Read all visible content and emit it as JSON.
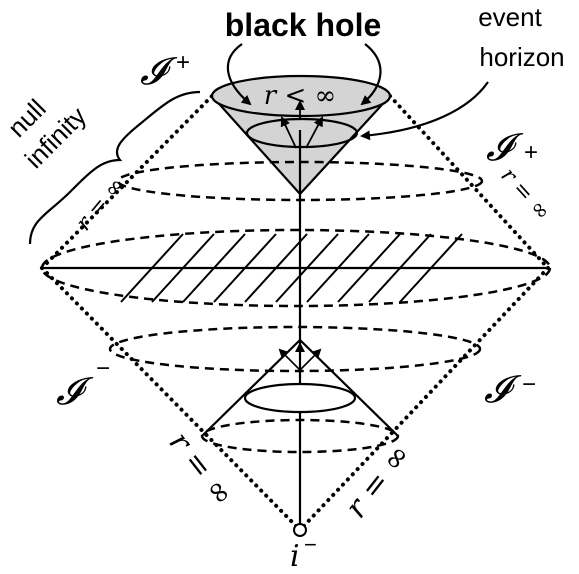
{
  "labels": {
    "black_hole": "black hole",
    "event_horizon_line1": "event",
    "event_horizon_line2": "horizon",
    "null_infinity_line1": "null",
    "null_infinity_line2": "infinity",
    "scri_top_left": "𝓘",
    "scri_top_left_sup": "+",
    "scri_top_right": "𝓘",
    "scri_top_right_sup": "+",
    "scri_bottom_left": "𝓘",
    "scri_bottom_left_sup": "−",
    "scri_bottom_right": "𝓘",
    "scri_bottom_right_sup": "−",
    "r_less_infinity": "r < ∞",
    "r_inf_top_left": "r = ∞",
    "r_inf_top_right": "r = ∞",
    "r_inf_bottom_left": "r = ∞",
    "r_inf_bottom_right": "r = ∞",
    "i_minus": "i",
    "i_minus_sup": "−"
  },
  "colors": {
    "stroke": "#000000",
    "black_hole_fill": "#d4d4d4",
    "background": "#ffffff"
  }
}
